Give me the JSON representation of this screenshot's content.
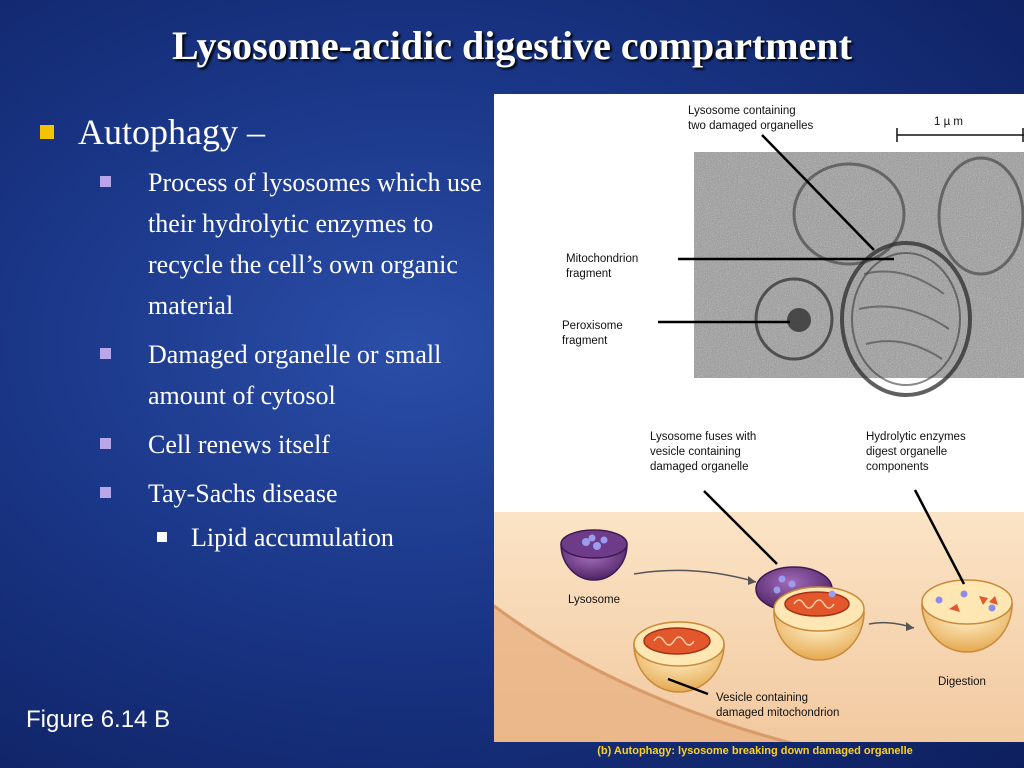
{
  "slide": {
    "title": "Lysosome-acidic digestive compartment",
    "bullets": {
      "autophagy": "Autophagy –",
      "process": "Process of lysosomes which use their hydrolytic enzymes to recycle the cell’s own organic material",
      "damaged": "Damaged organelle or small amount of cytosol",
      "renews": "Cell renews itself",
      "tay_sachs": "Tay-Sachs disease",
      "lipid": "Lipid accumulation"
    },
    "figure_label": "Figure 6.14 B"
  },
  "figure": {
    "labels": {
      "lysosome_containing": "Lysosome containing\ntwo damaged organelles",
      "scale_bar": "1 µ m",
      "mitochondrion_fragment": "Mitochondrion\nfragment",
      "peroxisome_fragment": "Peroxisome\nfragment",
      "lysosome_fuses": "Lysosome fuses with\nvesicle containing\ndamaged organelle",
      "hydrolytic_enzymes": "Hydrolytic enzymes\ndigest organelle\ncomponents",
      "lysosome": "Lysosome",
      "digestion": "Digestion",
      "vesicle_containing": "Vesicle containing\ndamaged mitochondrion"
    },
    "caption": "(b) Autophagy: lysosome breaking down damaged organelle"
  },
  "colors": {
    "background": "#1a3687",
    "bullet_level1": "#f5c400",
    "bullet_level2": "#b9a6e8",
    "caption": "#ffd21a",
    "cell_bg": "#f7dcbc"
  }
}
